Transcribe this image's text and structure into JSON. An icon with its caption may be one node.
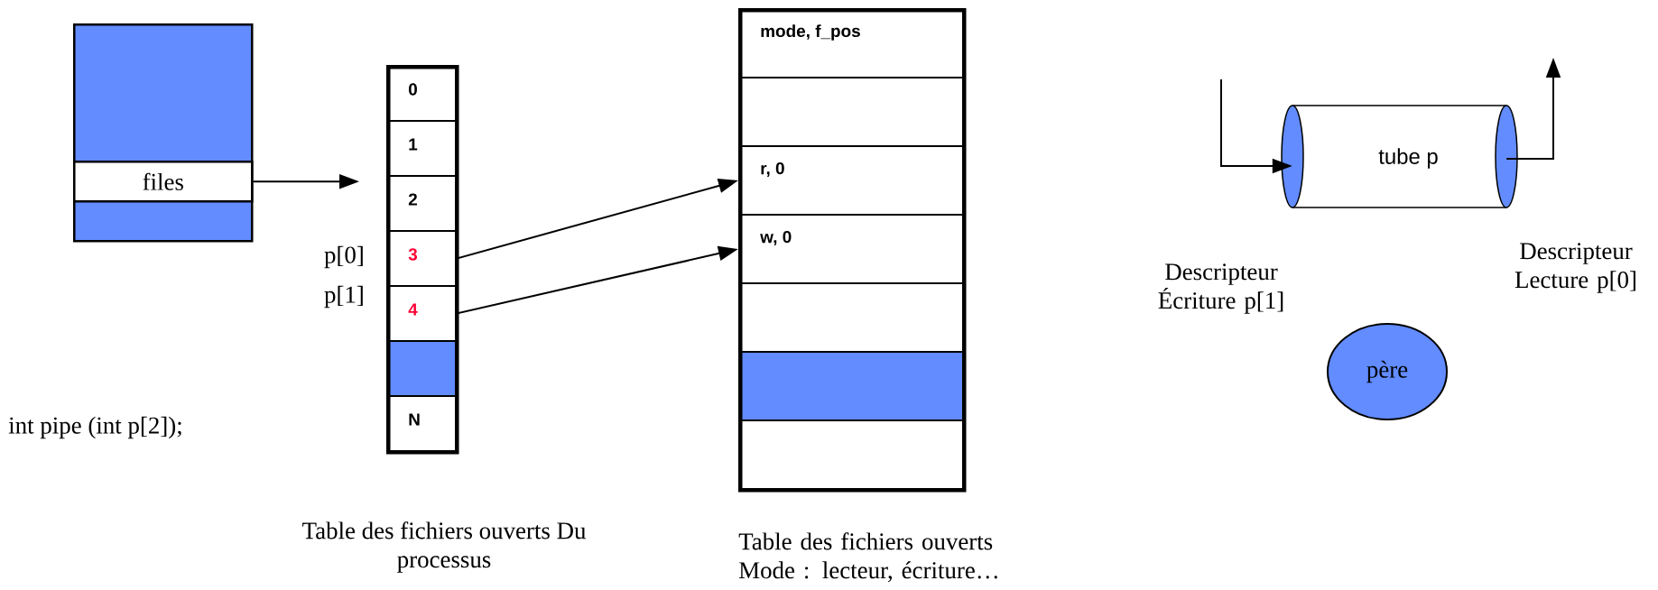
{
  "diagram": {
    "nodes": [
      {
        "text": [],
        "shape": "box"
      },
      {
        "text": [
          "files"
        ],
        "in": 0
      },
      {
        "text": [],
        "shape": "box",
        "beside": [
          "Table des fichiers ouverts Du processus"
        ]
      },
      {
        "text": [
          "0"
        ],
        "in": 2
      },
      {
        "text": [
          "1"
        ],
        "in": 2
      },
      {
        "text": [
          "2"
        ],
        "in": 2
      },
      {
        "text": [
          "3"
        ],
        "in": 2,
        "beside": [
          "p[0]"
        ]
      },
      {
        "text": [
          "4"
        ],
        "in": 2,
        "beside": [
          "p[1]"
        ]
      },
      {
        "text": [],
        "shape": "box",
        "in": 2
      },
      {
        "text": [
          "N"
        ],
        "in": 2
      },
      {
        "text": [],
        "shape": "box",
        "beside": [
          "Table des fichiers ouverts Mode : lecteur, écriture…"
        ]
      },
      {
        "text": [
          "mode, f_pos"
        ],
        "in": 10
      },
      {
        "text": [],
        "shape": "box",
        "in": 10
      },
      {
        "text": [
          "r, 0"
        ],
        "in": 10
      },
      {
        "text": [
          "w, 0"
        ],
        "in": 10
      },
      {
        "text": [],
        "shape": "box",
        "in": 10
      },
      {
        "text": [],
        "shape": "box",
        "in": 10
      },
      {
        "text": [],
        "shape": "box",
        "in": 10
      },
      {
        "text": [
          "tube p"
        ]
      },
      {
        "text": [
          "père"
        ]
      }
    ],
    "edges": [
      {
        "from": 1,
        "to": 2,
        "arrow": "to"
      },
      {
        "from": 6,
        "to": 13,
        "arrow": "to"
      },
      {
        "from": 7,
        "to": 14,
        "arrow": "to"
      },
      {
        "from": null,
        "to": 18,
        "arrow": "to"
      },
      {
        "from": 18,
        "to": null,
        "arrow": "to"
      }
    ],
    "labels": [
      "int pipe (int p[2]);",
      "Descripteur Écriture p[1]",
      "Descripteur Lecture p[0]"
    ]
  }
}
